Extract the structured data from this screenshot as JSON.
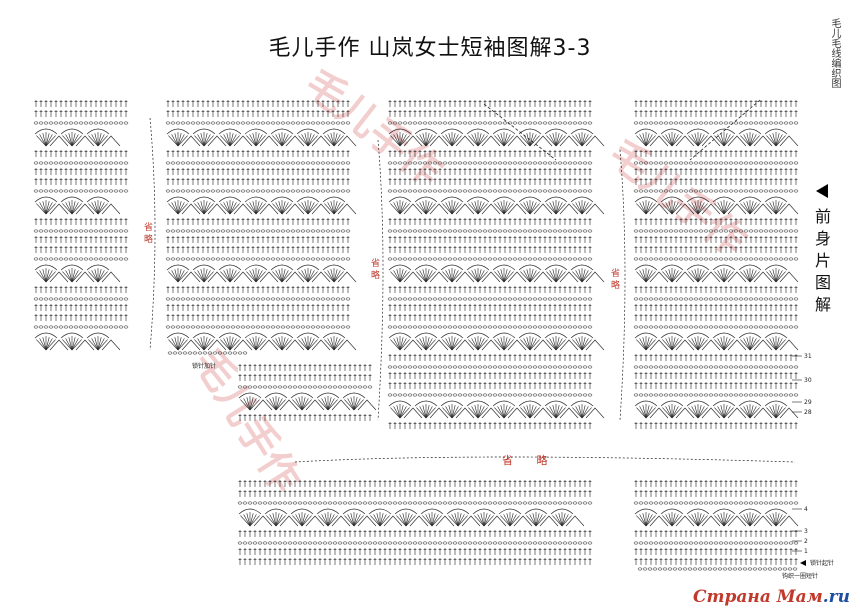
{
  "title": "毛儿手作 山岚女士短袖图解3-3",
  "side_title": "前身片图解",
  "brand_vertical": "毛儿毛线编织图",
  "omit_label": "省略",
  "omit_label_big": "省 略",
  "row_labels": [
    "31",
    "30",
    "29",
    "28",
    "4",
    "3",
    "2",
    "1"
  ],
  "notes": {
    "decrease": "锁针加针",
    "start": "锁针起针",
    "edge": "钩织一圈短针"
  },
  "watermark": "毛儿手作",
  "corner_logo": {
    "part1": "Страна Мам",
    "part2": ".ru"
  },
  "colors": {
    "accent": "#c0392b",
    "ink": "#222222"
  }
}
